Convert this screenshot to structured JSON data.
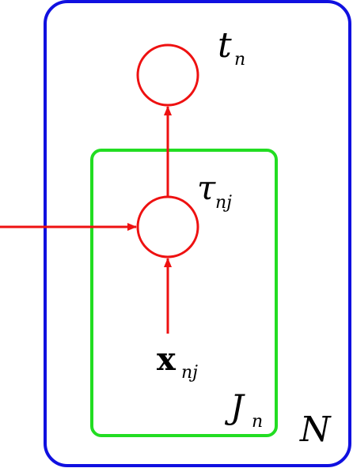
{
  "colors": {
    "outer_plate": "#1010e0",
    "inner_plate": "#22dd22",
    "nodes_and_arrows": "#ee1111",
    "text": "#000000"
  },
  "plates": {
    "outer": {
      "label": "N"
    },
    "inner": {
      "label_main": "J",
      "label_sub": "n"
    }
  },
  "nodes": {
    "top": {
      "label_main": "t",
      "label_sub": "n"
    },
    "middle": {
      "label_main": "τ",
      "label_sub": "nj"
    },
    "input": {
      "label_main": "x",
      "label_sub": "nj"
    }
  }
}
